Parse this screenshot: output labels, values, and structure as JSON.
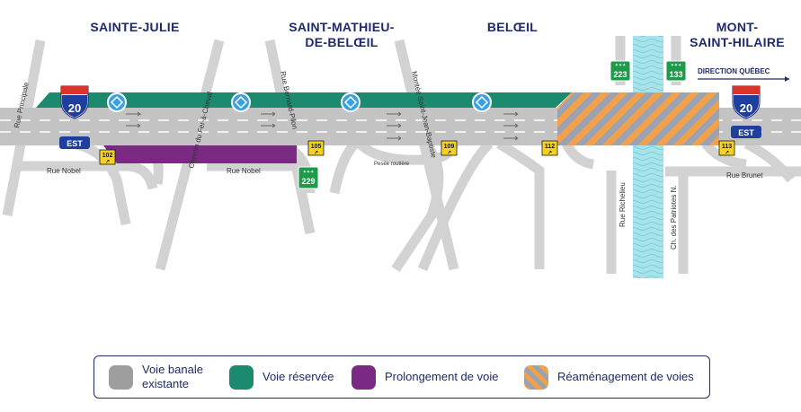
{
  "cities": {
    "sainte_julie": "SAINTE-JULIE",
    "saint_mathieu_1": "SAINT-MATHIEU-",
    "saint_mathieu_2": "DE-BELŒIL",
    "beloeil": "BELŒIL",
    "mont_1": "MONT-",
    "mont_2": "SAINT-HILAIRE"
  },
  "direction": "DIRECTION QUÉBEC",
  "highway": {
    "number": "20",
    "dir": "EST"
  },
  "route_shields": {
    "r223": "223",
    "r133": "133",
    "r229": "229"
  },
  "exits": {
    "e102": "102",
    "e105": "105",
    "e109": "109",
    "e112": "112",
    "e113": "113"
  },
  "streets": {
    "rue_principale": "Rue Principale",
    "chemin_fer": "Chemin du Fer-à-Cheval",
    "rue_bernard": "Rue Bernard-Pilon",
    "montee": "Montée Saint-Jean-Baptiste",
    "rue_richelieu": "Rue Richelieu",
    "ch_patriotes": "Ch. des Patriotes N.",
    "rue_nobel": "Rue Nobel",
    "rue_brunet": "Rue Brunet",
    "pesee": "Pesée routière"
  },
  "legend": {
    "existing_1": "Voie banale",
    "existing_2": "existante",
    "reserved": "Voie réservée",
    "extension": "Prolongement de voie",
    "reconfig": "Réaménagement de voies"
  },
  "colors": {
    "road": "#c4c4c4",
    "reserved": "#1b8a6e",
    "extension": "#7b2a83",
    "reconfig_a": "#f3a04b",
    "reconfig_b": "#9aa3b3",
    "river": "#9fe0ea",
    "navy": "#1e2a6e",
    "exit_yellow": "#f5d21e",
    "route_green": "#1f9a4a"
  }
}
